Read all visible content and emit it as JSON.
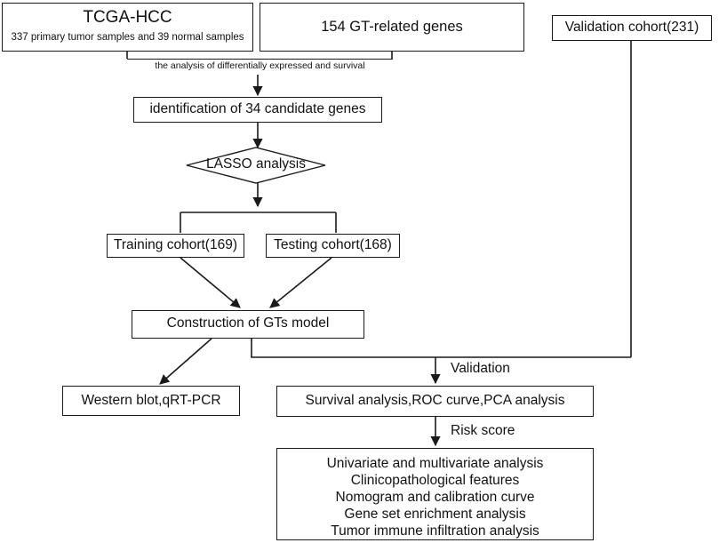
{
  "tcga": {
    "title": "TCGA-HCC",
    "subtitle": "337 primary tumor samples and 39 normal samples"
  },
  "gt_genes": "154 GT-related genes",
  "validation_cohort": "Validation cohort(231)",
  "analysis_label": "the analysis of differentially expressed and survival",
  "candidates": "identification of 34 candidate genes",
  "lasso": "LASSO analysis",
  "training": "Training cohort(169)",
  "testing": "Testing cohort(168)",
  "model": "Construction of GTs model",
  "western": "Western blot,qRT-PCR",
  "validation_label": "Validation",
  "survival": "Survival analysis,ROC curve,PCA analysis",
  "risk_label": "Risk score",
  "final_items": [
    "Univariate and multivariate analysis",
    "Clinicopathological features",
    "Nomogram and calibration curve",
    "Gene set enrichment analysis",
    "Tumor immune infiltration analysis"
  ]
}
